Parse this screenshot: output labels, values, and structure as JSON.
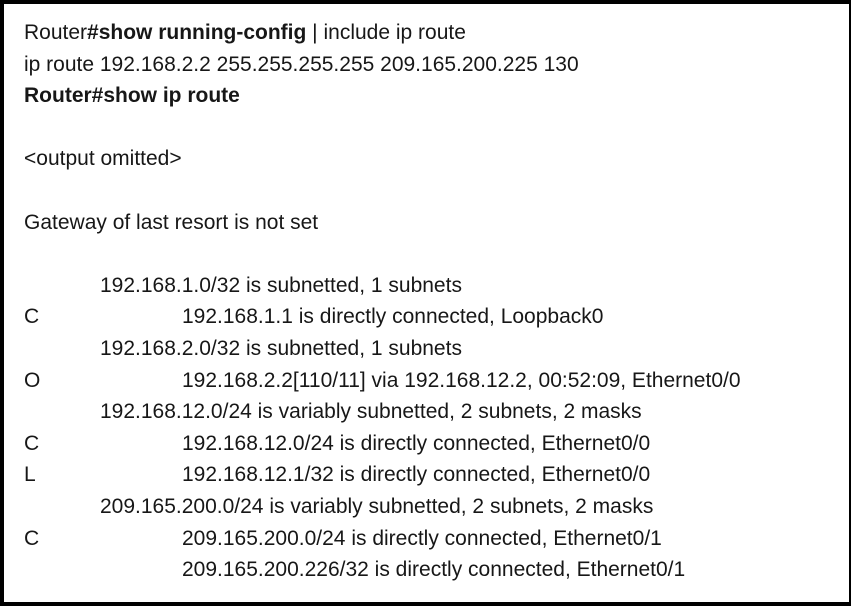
{
  "terminal": {
    "command_lines": {
      "line1": {
        "prompt": "Router",
        "command_bold": "#show running-config",
        "command_rest": " | include ip route"
      },
      "line2": "ip route 192.168.2.2 255.255.255.255 209.165.200.225 130",
      "line3": "Router#show ip route"
    },
    "omitted_note": "<output omitted>",
    "gateway_line": "Gateway of last resort is not set",
    "route_table": [
      {
        "type": "header",
        "code": "",
        "text": "192.168.1.0/32 is subnetted, 1 subnets"
      },
      {
        "type": "route",
        "code": "C",
        "text": "192.168.1.1 is directly connected, Loopback0"
      },
      {
        "type": "header",
        "code": "",
        "text": "192.168.2.0/32 is subnetted, 1 subnets"
      },
      {
        "type": "route",
        "code": "O",
        "text": "192.168.2.2[110/11] via 192.168.12.2, 00:52:09, Ethernet0/0"
      },
      {
        "type": "header",
        "code": "",
        "text": "192.168.12.0/24 is variably subnetted, 2 subnets, 2 masks"
      },
      {
        "type": "route",
        "code": "C",
        "text": "192.168.12.0/24 is directly connected, Ethernet0/0"
      },
      {
        "type": "route",
        "code": "L",
        "text": "192.168.12.1/32 is directly connected, Ethernet0/0"
      },
      {
        "type": "header",
        "code": "",
        "text": "209.165.200.0/24 is variably subnetted, 2 subnets, 2 masks"
      },
      {
        "type": "route",
        "code": "C",
        "text": "209.165.200.0/24 is directly connected, Ethernet0/1"
      },
      {
        "type": "route",
        "code": "",
        "text": "209.165.200.226/32 is directly connected, Ethernet0/1"
      }
    ]
  }
}
